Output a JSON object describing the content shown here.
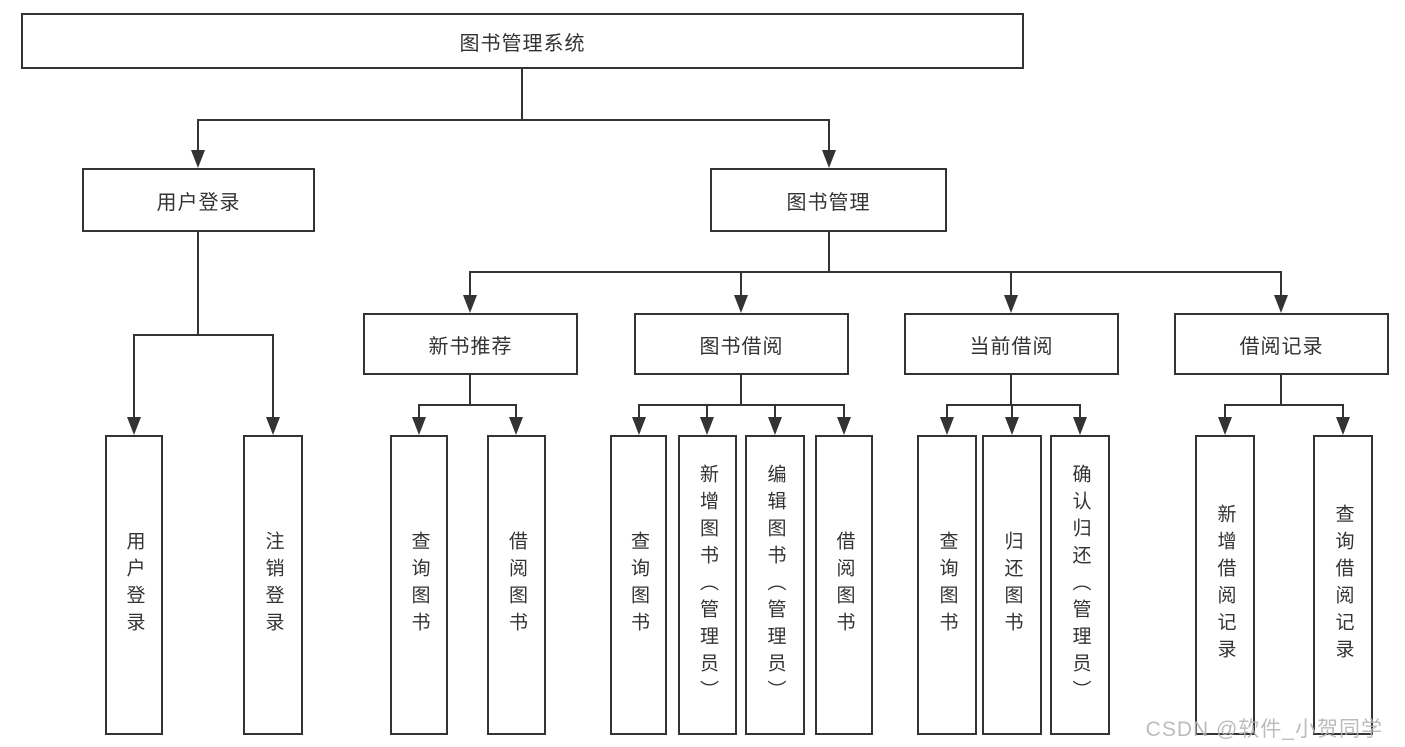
{
  "diagram": {
    "root": {
      "label": "图书管理系统"
    },
    "level2": [
      {
        "label": "用户登录"
      },
      {
        "label": "图书管理"
      }
    ],
    "level3": [
      {
        "label": "新书推荐"
      },
      {
        "label": "图书借阅"
      },
      {
        "label": "当前借阅"
      },
      {
        "label": "借阅记录"
      }
    ],
    "leaves": {
      "user_login": [
        "用户登录",
        "注销登录"
      ],
      "new_book_recommend": [
        "查询图书",
        "借阅图书"
      ],
      "book_borrow": [
        "查询图书",
        "新增图书（管理员）",
        "编辑图书（管理员）",
        "借阅图书"
      ],
      "current_borrow": [
        "查询图书",
        "归还图书",
        "确认归还（管理员）"
      ],
      "borrow_records": [
        "新增借阅记录",
        "查询借阅记录"
      ]
    }
  },
  "watermark": {
    "text": "CSDN @软件_小贺同学"
  },
  "colors": {
    "line": "#333333",
    "box_border": "#333333",
    "text": "#333333",
    "background": "#ffffff",
    "watermark": "#b5b5b5"
  }
}
